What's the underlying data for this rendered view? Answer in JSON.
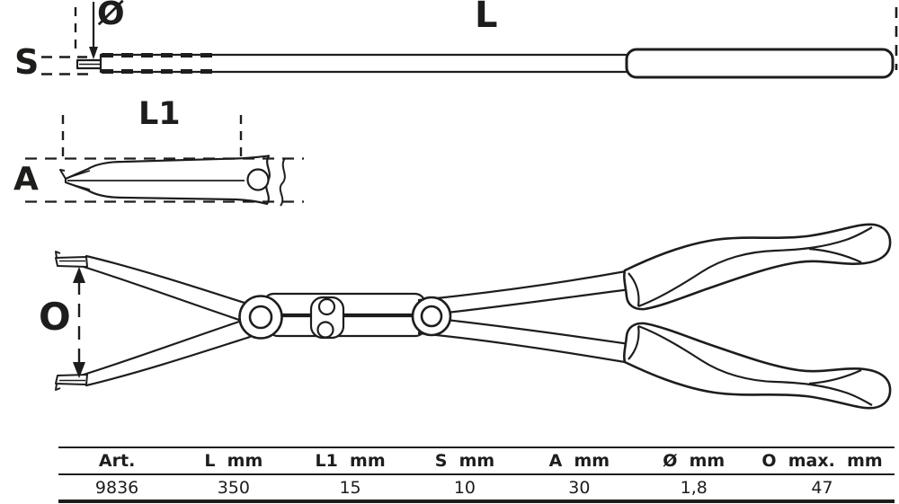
{
  "page": {
    "background": "#ffffff",
    "line_color": "#1d1d1b"
  },
  "diagram": {
    "top_view": {
      "length_label": "L",
      "diameter_label": "Ø",
      "tip_label": "S"
    },
    "detail_view": {
      "jaw_length_label": "L1",
      "angle_label": "A"
    },
    "main_view": {
      "opening_label": "O"
    }
  },
  "spec_table": {
    "headers": [
      "Art.",
      "L  mm",
      "L1  mm",
      "S  mm",
      "A  mm",
      "Ø  mm",
      "O  max.  mm"
    ],
    "row": [
      "9836",
      "350",
      "15",
      "10",
      "30",
      "1,8",
      "47"
    ]
  }
}
